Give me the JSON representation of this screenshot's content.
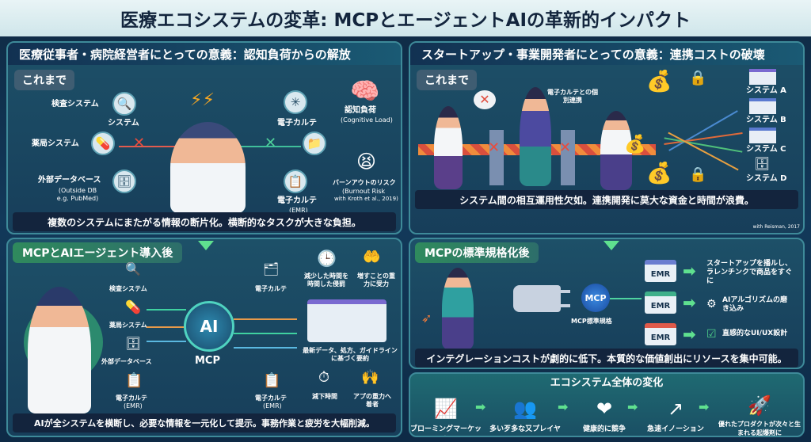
{
  "title": "医療エコシステムの変革: MCPとエージェントAIの革新的インパクト",
  "left": {
    "header": "医療従事者・病院経営者にとっての意義：認知負荷からの解放",
    "before": {
      "tag": "これまで",
      "systems": [
        "検査システム",
        "システム",
        "薬局システム",
        "外部データベース"
      ],
      "db_note": "(Outside DB e.g. PubMed)",
      "right": [
        "電子カルテ",
        "電子カルテ"
      ],
      "emr_note": "(EMR)",
      "cognitive": "認知負荷",
      "cognitive_en": "(Cognitive Load)",
      "burnout": "バーンアウトのリスク",
      "burnout_en": "(Burnout Risk",
      "burnout_cite": "with Kroth et al., 2019)",
      "caption": "複数のシステムにまたがる情報の断片化。横断的なタスクが大きな負担。"
    },
    "after": {
      "tag": "MCPとAIエージェント導入後",
      "inputs": [
        "検査システム",
        "薬局システム",
        "外部データベース",
        "電子カルテ"
      ],
      "emr_note": "(EMR)",
      "hub_ai": "AI",
      "hub_mcp": "MCP",
      "outputs": [
        "電子カルテ",
        "電子カルテ"
      ],
      "benefits": [
        "減少した時間を時間した侵罰",
        "増すことの重力に受力",
        "減下時間",
        "アプの重力へ着者"
      ],
      "summary": "最新データ、処方、ガイドラインに基づく要約",
      "caption": "AIが全システムを横断し、必要な情報を一元化して提示。事務作業と疲労を大幅削減。"
    }
  },
  "right": {
    "header": "スタートアップ・事業開発者にとっての意義：連携コストの破壊",
    "before": {
      "tag": "これまで",
      "speech": "電子カルテとの個別連携",
      "systems": [
        "システム A",
        "システム B",
        "システム C",
        "システム D"
      ],
      "caption": "システム間の相互運用性欠如。連携開発に莫大な資金と時間が浪費。",
      "cite": "with Reisman, 2017"
    },
    "after": {
      "tag": "MCPの標準規格化後",
      "hub": "MCP",
      "hub_label": "MCP標準規格",
      "emr": [
        "EMR",
        "EMR",
        "EMR"
      ],
      "results": [
        "スタートアップを播ルし、ラレンチンクで商品をすぐに",
        "AIアルゴリズムの磨き込み",
        "直感的なUI/UX設計"
      ],
      "caption": "インテグレーションコストが劇的に低下。本質的な価値創出にリソースを集中可能。"
    },
    "ecosystem": {
      "title": "エコシステム全体の変化",
      "steps": [
        "ブローミングマーケット",
        "多い歹多な又プレイヤー",
        "健康的に競争",
        "急速イノーション",
        "優れたプロダクトが次々と生まれる起爆剤に"
      ]
    }
  }
}
